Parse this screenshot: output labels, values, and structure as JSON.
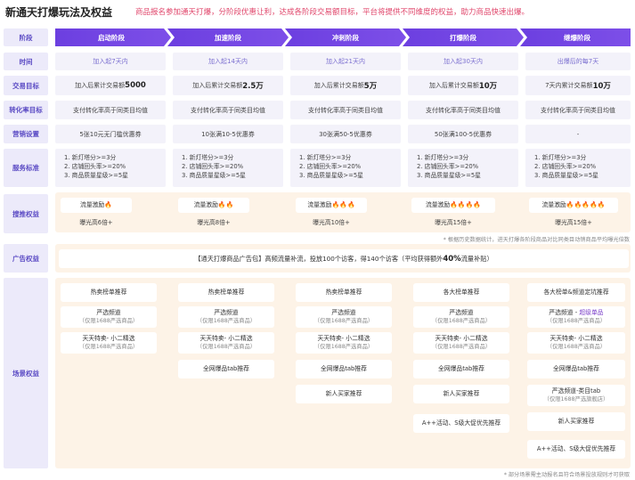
{
  "header": {
    "title": "新通天打爆玩法及权益",
    "subtitle": "商品报名参加通天打爆，分阶段优惠让利，达成各阶段交易额目标，平台将提供不同维度的权益，助力商品快速出爆。"
  },
  "row_labels": {
    "stage": "阶段",
    "time": "时间",
    "target": "交易目标",
    "conversion": "转化率目标",
    "marketing": "营销设置",
    "service": "服务标准",
    "traffic": "搜推权益",
    "ads": "广告权益",
    "scene": "场景权益"
  },
  "stages": [
    "启动阶段",
    "加速阶段",
    "冲刺阶段",
    "打爆阶段",
    "继爆阶段"
  ],
  "time": [
    "加入起7天内",
    "加入起14天内",
    "加入起21天内",
    "加入起30天内",
    "出爆后的每7天"
  ],
  "target": [
    {
      "pre": "加入后累计交易额",
      "amt": "5000"
    },
    {
      "pre": "加入后累计交易额",
      "amt": "2.5万"
    },
    {
      "pre": "加入后累计交易额",
      "amt": "5万"
    },
    {
      "pre": "加入后累计交易额",
      "amt": "10万"
    },
    {
      "pre": "7天内累计交易额",
      "amt": "10万"
    }
  ],
  "conversion": [
    "支付转化率高于同类目均值",
    "支付转化率高于同类目均值",
    "支付转化率高于同类目均值",
    "支付转化率高于同类目均值",
    "支付转化率高于同类目均值"
  ],
  "marketing": [
    "5张10元无门槛优惠券",
    "10张满10-5优惠券",
    "30张满50-5优惠券",
    "50张满100-5优惠券",
    "-"
  ],
  "service_items": [
    "1. 新灯塔分>=3分",
    "2. 店铺回头率>=20%",
    "3. 商品质量星级>=5星"
  ],
  "traffic": {
    "title": "流量激励",
    "fires": [
      "🔥",
      "🔥🔥",
      "🔥🔥🔥",
      "🔥🔥🔥🔥",
      "🔥🔥🔥🔥🔥"
    ],
    "exposure": [
      "曝光高6倍+",
      "曝光高8倍+",
      "曝光高10倍+",
      "曝光高15倍+",
      "曝光高15倍+"
    ],
    "footnote": "* 根据历史数据统计，进天打爆各阶段商品对比同类目动销商品平均曝光倍数"
  },
  "ads": {
    "text": "【通天打爆商品广告包】高频流量补流，投放100个访客，得140个访客（平均获得额外",
    "bold": "40%",
    "tail": "流量补贴）"
  },
  "scene": {
    "col1": [
      "热卖榜单推荐",
      "严选频道",
      "（仅限1688严选商品）",
      "天天特卖- 小二精选",
      "（仅限1688严选商品）"
    ],
    "col2": [
      "热卖榜单推荐",
      "严选频道",
      "（仅限1688严选商品）",
      "天天特卖- 小二精选",
      "（仅限1688严选商品）",
      "全网爆品tab推荐"
    ],
    "col3": [
      "热卖榜单推荐",
      "严选频道",
      "（仅限1688严选商品）",
      "天天特卖- 小二精选",
      "（仅限1688严选商品）",
      "全网爆品tab推荐",
      "新人买家推荐"
    ],
    "col4": [
      "各大榜单推荐",
      "严选频道",
      "（仅限1688严选商品）",
      "天天特卖- 小二精选",
      "（仅限1688严选商品）",
      "全网爆品tab推荐",
      "新人买家推荐",
      "A++活动、S级大促优先推荐"
    ],
    "col5": [
      "各大榜单&频道定坑推荐",
      "严选频道 - ",
      "超级单品",
      "（仅限1688严选商品）",
      "天天特卖- 小二精选",
      "（仅限1688严选商品）",
      "全网爆品tab推荐",
      "严选频道-类目tab",
      "（仅限1688严选旗舰店）",
      "新人买家推荐",
      "A++活动、S级大促优先推荐"
    ],
    "footnote": "* 部分场景需主动报名且符合场景投放规则才可获取"
  },
  "colors": {
    "accent": "#6a48d7",
    "label_bg": "#eceafa",
    "cell_bg": "#f3f2fa",
    "band_bg": "#fdf3e7",
    "highlight": "#e0466b"
  }
}
